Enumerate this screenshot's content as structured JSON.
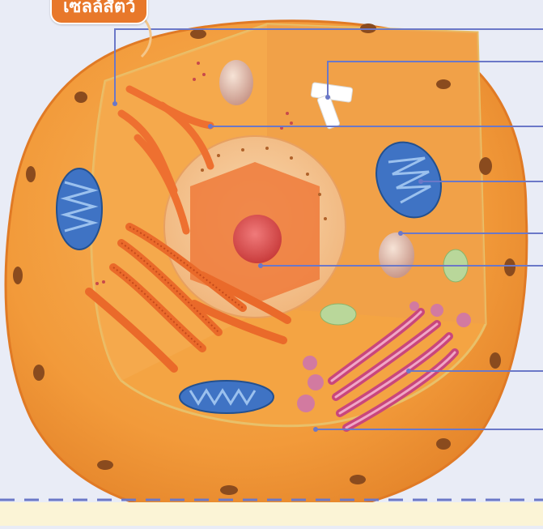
{
  "title": "เซลล์สัตว์",
  "colors": {
    "background": "#e9ecf6",
    "cytoplasm": "#f4a443",
    "membrane": "#f29a3a",
    "nucleus": "#f4c08a",
    "nucleolus": "#d94b4b",
    "mitochondrion": "#3f73c4",
    "golgi": "#c9467c",
    "leader_line": "#6b78c8",
    "dashed_line": "#6b78c8",
    "footer": "#fbf4d6"
  },
  "label_lines": [
    {
      "part": "plasma-membrane-pointer"
    },
    {
      "part": "centriole-pointer"
    },
    {
      "part": "smooth-er-pointer"
    },
    {
      "part": "mitochondrion-pointer"
    },
    {
      "part": "vesicle-pointer"
    },
    {
      "part": "nucleolus-pointer"
    },
    {
      "part": "golgi-pointer"
    },
    {
      "part": "cytoplasm-pointer"
    }
  ]
}
